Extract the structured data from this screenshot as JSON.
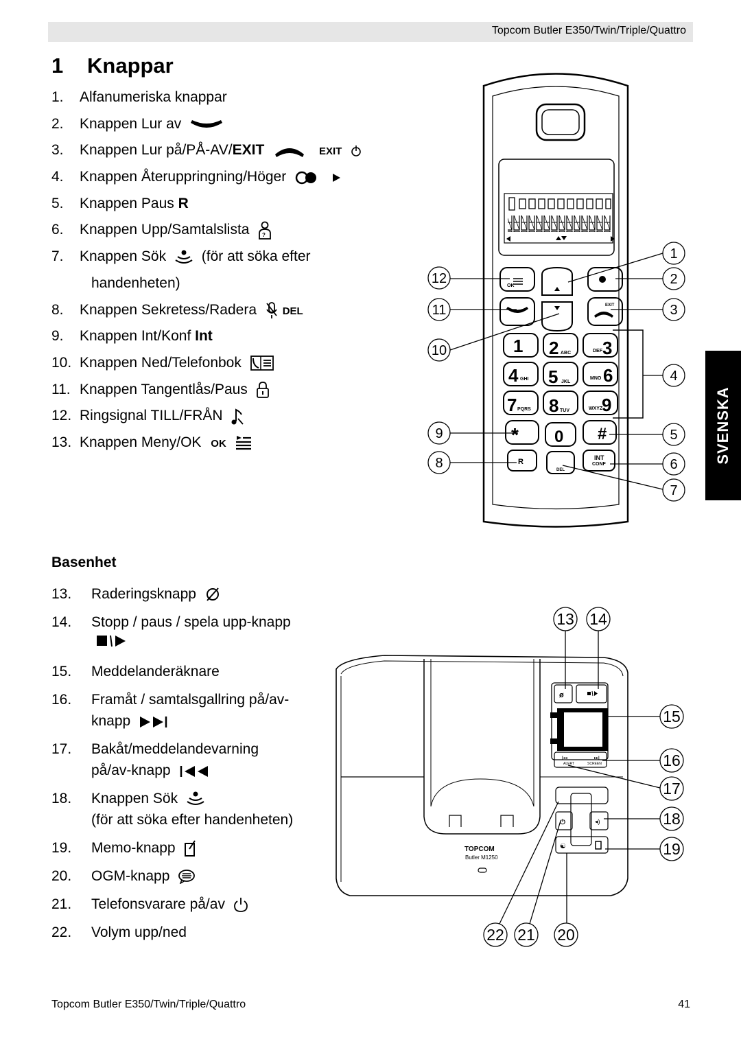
{
  "header": {
    "title": "Topcom Butler E350/Twin/Triple/Quattro"
  },
  "section": {
    "number": "1",
    "title": "Knappar"
  },
  "handset_items": [
    {
      "num": "1.",
      "text": "Alfanumeriska knappar"
    },
    {
      "num": "2.",
      "text": "Knappen Lur av"
    },
    {
      "num": "3.",
      "text": "Knappen Lur på/PÅ-AV/",
      "bold": "EXIT",
      "icon_text": "EXIT"
    },
    {
      "num": "4.",
      "text": "Knappen Återuppringning/Höger"
    },
    {
      "num": "5.",
      "text": "Knappen Paus ",
      "bold": "R"
    },
    {
      "num": "6.",
      "text": "Knappen Upp/Samtalslista"
    },
    {
      "num": "7.",
      "text": "Knappen Sök",
      "after": "(för att söka efter",
      "cont": "handenheten)"
    },
    {
      "num": "8.",
      "text": "Knappen Sekretess/Radera",
      "icon_text": "DEL"
    },
    {
      "num": "9.",
      "text": "Knappen Int/Konf ",
      "bold": "Int"
    },
    {
      "num": "10.",
      "text": "Knappen Ned/Telefonbok"
    },
    {
      "num": "11.",
      "text": "Knappen Tangentlås/Paus"
    },
    {
      "num": "12.",
      "text": "Ringsignal TILL/FRÅN"
    },
    {
      "num": "13.",
      "text": "Knappen Meny/OK",
      "icon_text": "OK"
    }
  ],
  "base": {
    "heading": "Basenhet",
    "items": [
      {
        "num": "13.",
        "text": "Raderingsknapp"
      },
      {
        "num": "14.",
        "text": "Stopp / paus / spela upp-knapp"
      },
      {
        "num": "15.",
        "text": "Meddelanderäknare"
      },
      {
        "num": "16.",
        "text": "Framåt / samtalsgallring på/av-",
        "cont": "knapp"
      },
      {
        "num": "17.",
        "text": "Bakåt/meddelandevarning",
        "cont": "på/av-knapp"
      },
      {
        "num": "18.",
        "text": "Knappen Sök",
        "cont": "(för att söka efter handenheten)"
      },
      {
        "num": "19.",
        "text": "Memo-knapp"
      },
      {
        "num": "20.",
        "text": "OGM-knapp"
      },
      {
        "num": "21.",
        "text": "Telefonsvarare på/av"
      },
      {
        "num": "22.",
        "text": "Volym upp/ned"
      }
    ]
  },
  "side_tab": "SVENSKA",
  "handset_diagram": {
    "callouts": [
      "1",
      "2",
      "3",
      "4",
      "5",
      "6",
      "7",
      "8",
      "9",
      "10",
      "11",
      "12"
    ],
    "keys": [
      {
        "digit": "1",
        "letters": ""
      },
      {
        "digit": "2",
        "letters": "ABC"
      },
      {
        "digit": "3",
        "letters": "DEF"
      },
      {
        "digit": "4",
        "letters": "GHI"
      },
      {
        "digit": "5",
        "letters": "JKL"
      },
      {
        "digit": "6",
        "letters": "MNO"
      },
      {
        "digit": "7",
        "letters": "PQRS"
      },
      {
        "digit": "8",
        "letters": "TUV"
      },
      {
        "digit": "9",
        "letters": "WXYZ"
      },
      {
        "digit": "*",
        "letters": ""
      },
      {
        "digit": "0",
        "letters": ""
      },
      {
        "digit": "#",
        "letters": ""
      }
    ],
    "key_labels": {
      "ok": "OK",
      "exit": "EXIT",
      "r": "R",
      "del": "DEL",
      "int": "INT",
      "conf": "CONF"
    }
  },
  "base_diagram": {
    "callouts": [
      "13",
      "14",
      "15",
      "16",
      "17",
      "18",
      "19",
      "22",
      "21",
      "20"
    ],
    "brand": "TOPCOM",
    "model": "Butler M1250",
    "alert_label": "ALERT",
    "screen_label": "SCREEN"
  },
  "footer": {
    "left": "Topcom Butler E350/Twin/Triple/Quattro",
    "page": "41"
  }
}
